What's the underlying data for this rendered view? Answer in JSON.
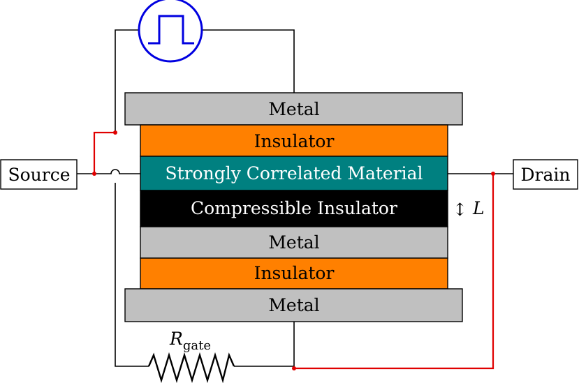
{
  "colors": {
    "metal": "#c0c0c0",
    "insulator": "#ff8000",
    "correlated": "#008080",
    "compressible": "#000000",
    "wire": "#000000",
    "highlight_wire": "#e00000",
    "pulse": "#0000e0"
  },
  "layers": {
    "top_metal": "Metal",
    "top_insulator": "Insulator",
    "correlated": "Strongly Correlated Material",
    "compressible": "Compressible Insulator",
    "middle_metal": "Metal",
    "bottom_insulator": "Insulator",
    "bottom_metal": "Metal"
  },
  "terminals": {
    "source": "Source",
    "drain": "Drain"
  },
  "resistor": {
    "symbol": "R",
    "subscript": "gate"
  },
  "thickness": {
    "arrow": "↕",
    "symbol": "L"
  },
  "icons": {
    "pulse_source": "square-pulse-icon",
    "resistor": "zigzag-resistor-icon",
    "thickness_arrow": "double-arrow-icon"
  }
}
